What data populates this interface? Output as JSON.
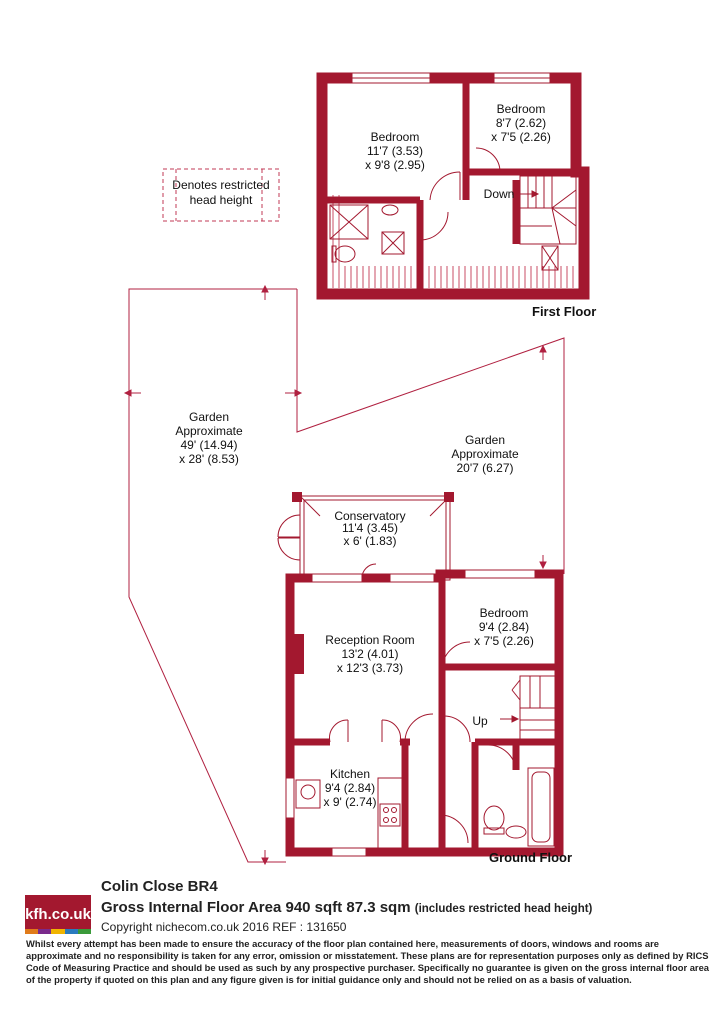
{
  "legend": {
    "line1": "Denotes restricted",
    "line2": "head height"
  },
  "first_floor": {
    "label": "First Floor",
    "bedroom_large": {
      "name": "Bedroom",
      "dim1": "11'7 (3.53)",
      "dim2": "x 9'8 (2.95)"
    },
    "bedroom_small": {
      "name": "Bedroom",
      "dim1": "8'7 (2.62)",
      "dim2": "x 7'5 (2.26)"
    },
    "stairs_label": "Down"
  },
  "garden_left": {
    "name": "Garden",
    "line2": "Approximate",
    "dim1": "49' (14.94)",
    "dim2": "x 28' (8.53)"
  },
  "garden_right": {
    "name": "Garden",
    "line2": "Approximate",
    "dim1": "20'7 (6.27)"
  },
  "ground_floor": {
    "label": "Ground Floor",
    "conservatory": {
      "name": "Conservatory",
      "dim1": "11'4 (3.45)",
      "dim2": "x 6' (1.83)"
    },
    "reception": {
      "name": "Reception Room",
      "dim1": "13'2 (4.01)",
      "dim2": "x 12'3 (3.73)"
    },
    "bedroom": {
      "name": "Bedroom",
      "dim1": "9'4 (2.84)",
      "dim2": "x 7'5 (2.26)"
    },
    "kitchen": {
      "name": "Kitchen",
      "dim1": "9'4 (2.84)",
      "dim2": "x 9' (2.74)"
    },
    "stairs_label": "Up"
  },
  "footer": {
    "logo_text": "kfh.co.uk",
    "logo_stripe_colors": [
      "#e07b1a",
      "#7a2a8c",
      "#f0b400",
      "#2a7bbf",
      "#3a9a3a"
    ],
    "address": "Colin Close  BR4",
    "area_main": "Gross Internal Floor Area 940 sqft 87.3 sqm",
    "area_note": "(includes restricted head height)",
    "copyright": "Copyright nichecom.co.uk 2016 REF : 131650",
    "disclaimer": "Whilst every attempt has been made to ensure the accuracy of the floor plan contained here, measurements of doors, windows and rooms are approximate and no responsibility is taken for any error, omission or misstatement.  These plans are for representation purposes only as defined by RICS Code of Measuring Practice and should be used as such by any prospective purchaser.  Specifically no guarantee is given on the gross internal floor area of the property if quoted on this plan and any figure given is for initial guidance only and should not be relied on as a basis of valuation."
  },
  "colors": {
    "wall": "#a3182f",
    "line": "#b02040",
    "logo_bg": "#a3182f"
  }
}
